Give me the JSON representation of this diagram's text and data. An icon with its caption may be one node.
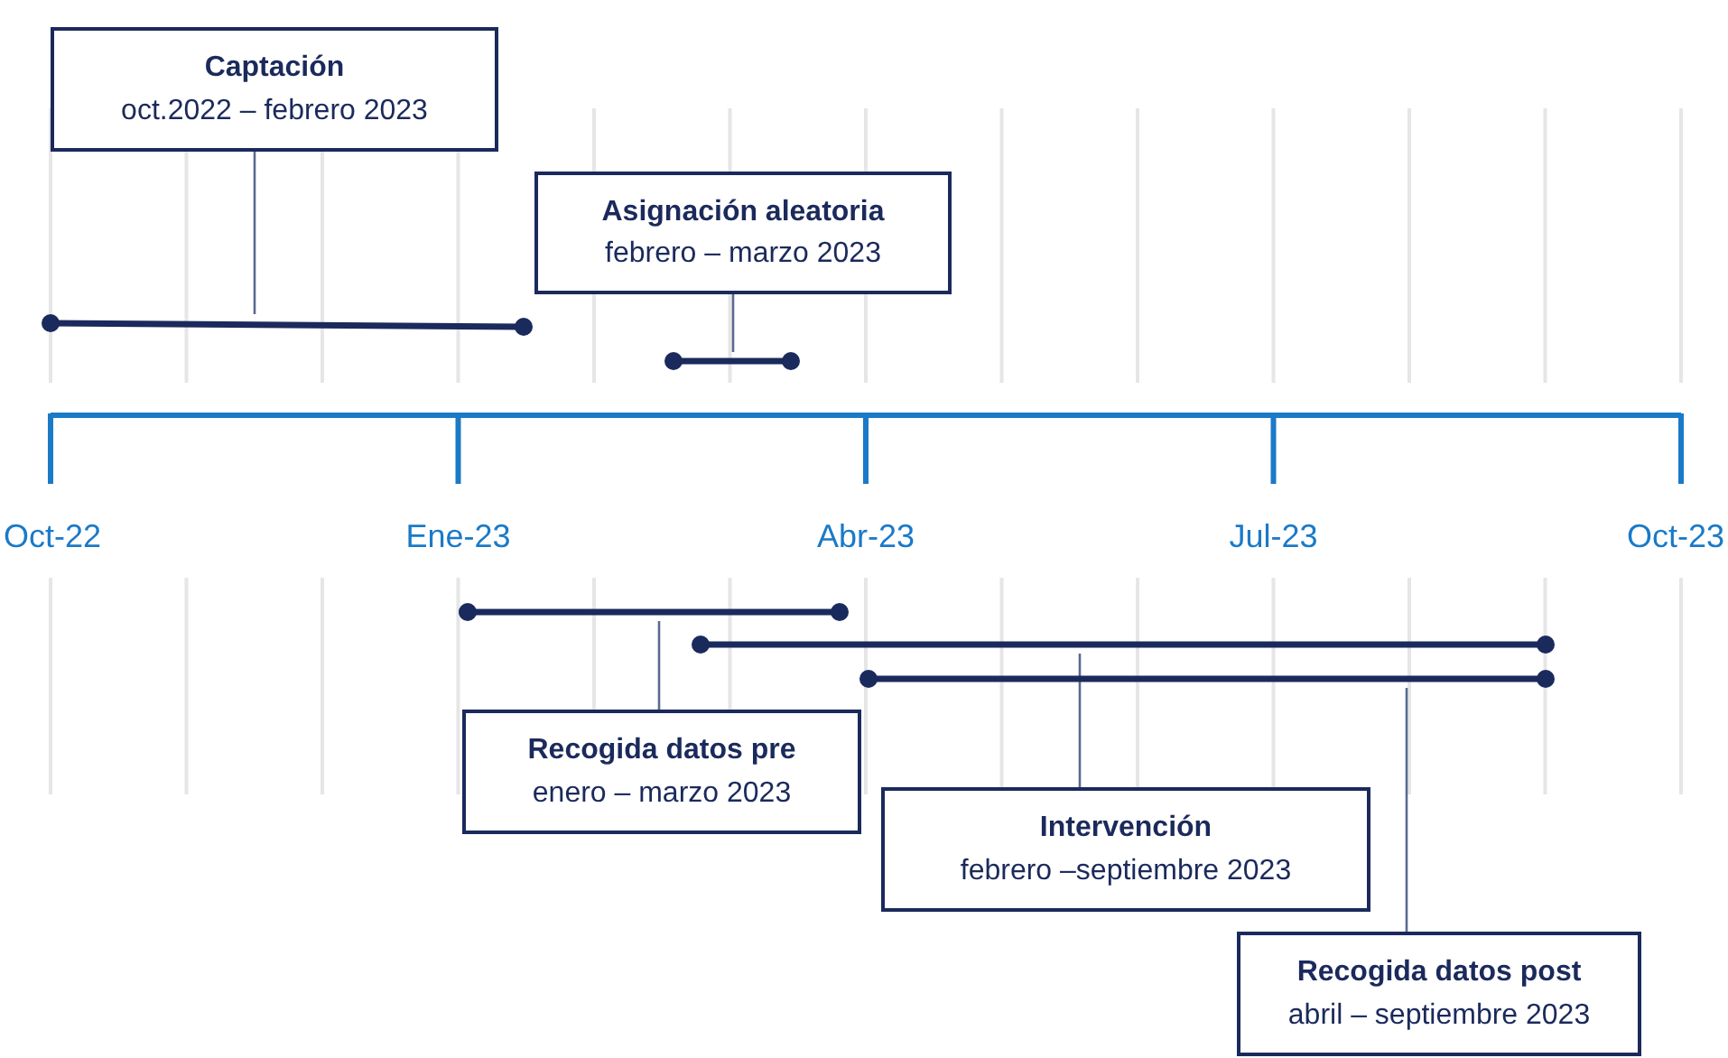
{
  "diagram": {
    "nodes": [
      {
        "text": [
          "Captación",
          "oct.2022 – febrero 2023"
        ]
      },
      {
        "text": [
          "Asignación aleatoria",
          "febrero – marzo 2023"
        ]
      },
      {
        "text": [
          "Recogida datos pre",
          "enero – marzo 2023"
        ]
      },
      {
        "text": [
          "Intervención",
          "febrero –septiembre 2023"
        ]
      },
      {
        "text": [
          "Recogida datos post",
          "abril – septiembre 2023"
        ]
      },
      {
        "text": [],
        "shape": "bar"
      },
      {
        "text": [],
        "shape": "bar"
      },
      {
        "text": [],
        "shape": "bar"
      },
      {
        "text": [],
        "shape": "bar"
      },
      {
        "text": [],
        "shape": "bar"
      }
    ],
    "edges": [
      {
        "from": 0,
        "to": 5,
        "arrow": "none"
      },
      {
        "from": 1,
        "to": 6,
        "arrow": "none"
      },
      {
        "from": 2,
        "to": 7,
        "arrow": "none"
      },
      {
        "from": 3,
        "to": 8,
        "arrow": "none"
      },
      {
        "from": 4,
        "to": 9,
        "arrow": "none"
      }
    ],
    "labels": [
      "Oct-22",
      "Ene-23",
      "Abr-23",
      "Jul-23",
      "Oct-23"
    ]
  }
}
